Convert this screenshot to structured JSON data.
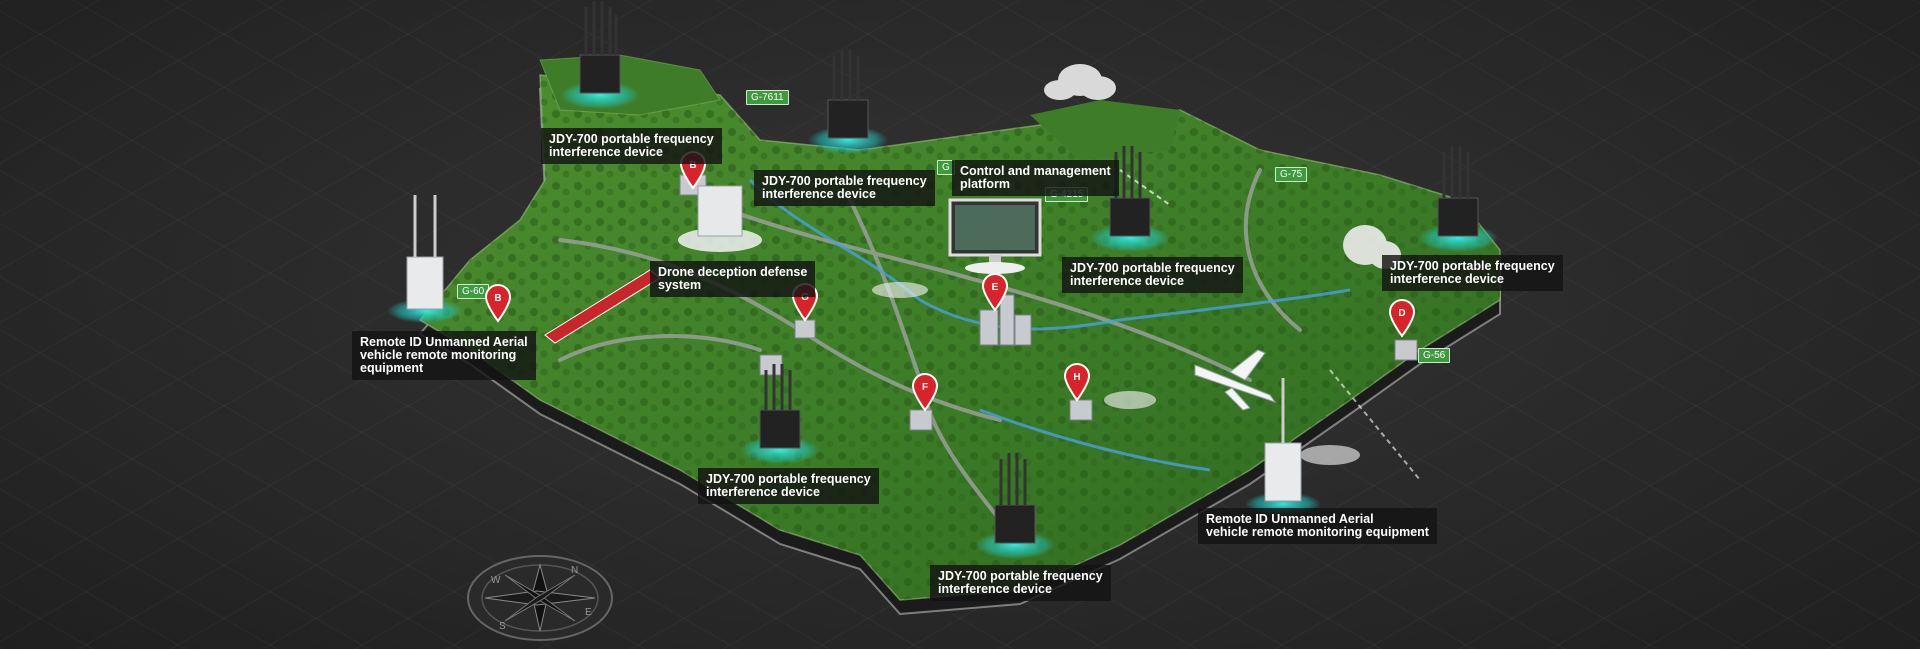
{
  "labels": {
    "jdy_top_left": "JDY-700 portable frequency\ninterference device",
    "jdy_top_center": "JDY-700 portable frequency\ninterference device",
    "control_platform": "Control and management\nplatform",
    "jdy_center_right": "JDY-700 portable frequency\ninterference device",
    "jdy_far_right": "JDY-700 portable frequency\ninterference device",
    "drone_deception": "Drone deception defense\nsystem",
    "remote_id_left": "Remote ID Unmanned Aerial\nvehicle remote monitoring\nequipment",
    "jdy_bottom_left": "JDY-700 portable frequency\ninterference device",
    "remote_id_right": "Remote ID Unmanned Aerial\nvehicle remote monitoring equipment",
    "jdy_bottom_center": "JDY-700 portable frequency\ninterference device"
  },
  "road_signs": [
    "G-7611",
    "G",
    "G-4215",
    "G-75",
    "G-60",
    "G-56"
  ],
  "pins": [
    "B",
    "B",
    "G",
    "D",
    "E",
    "F",
    "H"
  ],
  "compass": [
    "N",
    "E",
    "S",
    "W"
  ],
  "colors": {
    "grass": "#3f7f2a",
    "dark_grass": "#2d5e1e",
    "pin": "#d8232a",
    "glow": "#27e0d8",
    "background": "#2b2b2b"
  }
}
